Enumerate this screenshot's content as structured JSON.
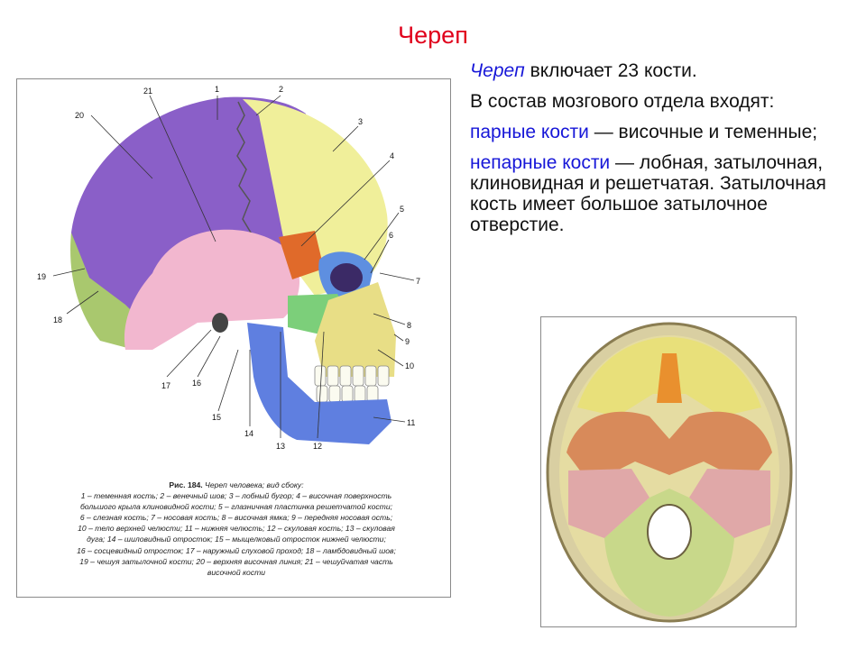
{
  "title": "Череп",
  "text": {
    "p1_em": "Череп",
    "p1_rest": " включает 23 кости.",
    "p2": "В состав мозгового отдела входят:",
    "p3_em": "парные кости",
    "p3_rest": " — височные и теменные;",
    "p4_em": "непарные кости",
    "p4_rest": " — лобная, затылочная, клиновидная и решетчатая. Затылочная кость имеет большое затылочное отверстие."
  },
  "figure_left": {
    "labels": [
      "1",
      "2",
      "3",
      "4",
      "5",
      "6",
      "7",
      "8",
      "9",
      "10",
      "11",
      "12",
      "13",
      "14",
      "15",
      "16",
      "17",
      "18",
      "19",
      "20",
      "21"
    ],
    "caption_head": "Рис. 184.",
    "caption_head_rest": " Череп человека; вид сбоку:",
    "caption_lines": [
      "1 – теменная кость; 2 – венечный шов; 3 – лобный бугор; 4 – височная поверхность",
      "большого крыла клиновидной кости; 5 – глазничная пластинка решетчатой кости;",
      "6 – слезная кость; 7 – носовая кость; 8 – височная ямка; 9 – передняя носовая ость;",
      "10 – тело верхней челюсти; 11 – нижняя челюсть; 12 – скуловая кость; 13 – скуловая",
      "дуга; 14 – шиловидный отросток; 15 – мыщелковый отросток нижней челюсти;",
      "16 – сосцевидный отросток; 17 – наружный слуховой проход; 18 – ламбдовидный шов;",
      "19 – чешуя затылочной кости; 20 – верхняя височная линия; 21 – чешуйчатая часть",
      "височной кости"
    ]
  },
  "colors": {
    "title": "#e0001b",
    "highlight": "#1717d8",
    "parietal": "#8a5fc8",
    "frontal": "#f0ef9a",
    "temporal": "#f2b7cf",
    "occipital": "#a9c86e",
    "mandible": "#5f7fe0",
    "maxilla": "#e8de86",
    "zygomatic": "#7ccf7a",
    "sphenoid": "#e06a2a"
  }
}
